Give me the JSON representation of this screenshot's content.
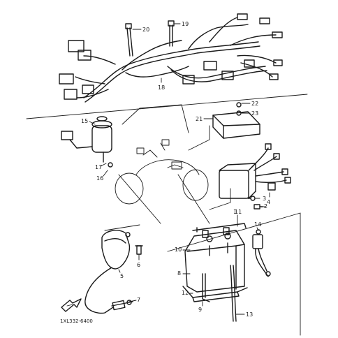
{
  "diagram": {
    "parts": [
      {
        "key": "p1",
        "label": "1"
      },
      {
        "key": "p2",
        "label": "2"
      },
      {
        "key": "p3",
        "label": "3"
      },
      {
        "key": "p4",
        "label": "4"
      },
      {
        "key": "p5",
        "label": "5"
      },
      {
        "key": "p6",
        "label": "6"
      },
      {
        "key": "p7",
        "label": "7"
      },
      {
        "key": "p8",
        "label": "8"
      },
      {
        "key": "p9",
        "label": "9"
      },
      {
        "key": "p10",
        "label": "10"
      },
      {
        "key": "p11",
        "label": "11"
      },
      {
        "key": "p12",
        "label": "12"
      },
      {
        "key": "p13",
        "label": "13"
      },
      {
        "key": "p14",
        "label": "14"
      },
      {
        "key": "p15",
        "label": "15"
      },
      {
        "key": "p16",
        "label": "16"
      },
      {
        "key": "p17",
        "label": "17"
      },
      {
        "key": "p18",
        "label": "18"
      },
      {
        "key": "p19",
        "label": "19"
      },
      {
        "key": "p20",
        "label": "20"
      },
      {
        "key": "p21",
        "label": "21"
      },
      {
        "key": "p22",
        "label": "22"
      },
      {
        "key": "p23",
        "label": "23"
      }
    ],
    "drawing_code": "1XL332-6400"
  }
}
